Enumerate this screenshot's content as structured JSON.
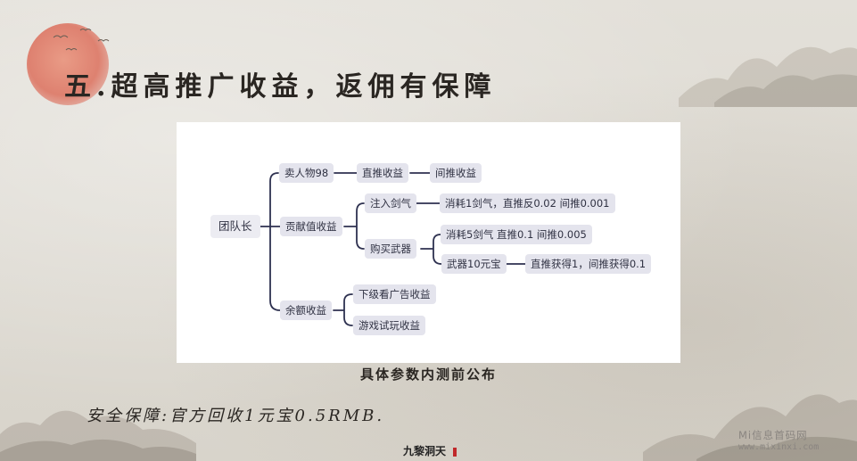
{
  "slide": {
    "title": "五.超高推广收益，返佣有保障",
    "caption": "具体参数内测前公布",
    "guarantee": "安全保障:官方回收1元宝0.5RMB.",
    "logo_text": "九黎洞天",
    "watermark_name": "Mi信息首码网",
    "watermark_url": "www.mixinxi.com"
  },
  "mindmap": {
    "root": "团队长",
    "branch_1": {
      "label": "卖人物98",
      "child": "直推收益",
      "grandchild": "间推收益"
    },
    "branch_2": {
      "label": "贡献值收益",
      "sub_1": {
        "label": "注入剑气",
        "child": "消耗1剑气，直推反0.02  间推0.001"
      },
      "sub_2": {
        "label": "购买武器",
        "child_1": "消耗5剑气 直推0.1    间推0.005",
        "child_2": "武器10元宝",
        "child_2_leaf": "直推获得1，间推获得0.1"
      }
    },
    "branch_3": {
      "label": "余额收益",
      "child_1": "下级看广告收益",
      "child_2": "游戏试玩收益"
    }
  },
  "colors": {
    "connector": "#2e3150",
    "node_fill": "#e4e4ed",
    "sun": "#de8170",
    "seal": "#c0282a"
  }
}
